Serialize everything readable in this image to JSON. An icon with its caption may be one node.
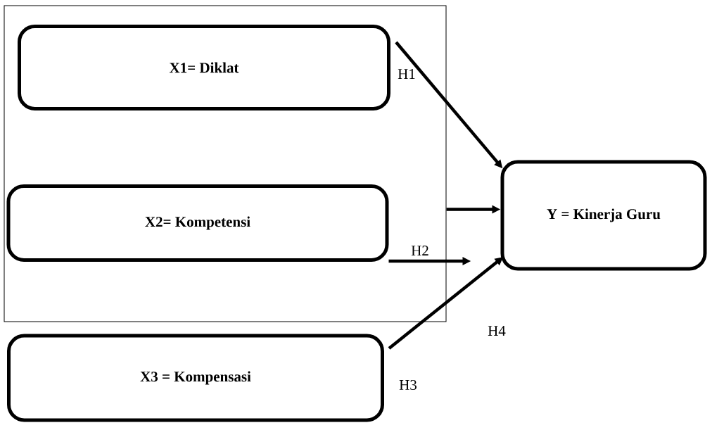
{
  "diagram": {
    "nodes": [
      {
        "text": [],
        "shape": "box"
      },
      {
        "text": [
          "**X1= Diklat**"
        ],
        "in": 0
      },
      {
        "text": [
          "**X2= Kompetensi**"
        ],
        "in": 0
      },
      {
        "text": [
          "**Y = Kinerja Guru**"
        ]
      },
      {
        "text": [
          "**X3 = Kompensasi**"
        ]
      }
    ],
    "edges": [
      {
        "from": 1,
        "to": 3,
        "arrow": "to",
        "label": "H1"
      },
      {
        "from": 2,
        "to": null,
        "arrow": "to",
        "label": "H2"
      },
      {
        "from": 0,
        "to": 3,
        "arrow": "to"
      },
      {
        "from": 4,
        "to": 3,
        "arrow": "to",
        "label": "H3"
      }
    ],
    "labels": [
      "H4"
    ]
  }
}
